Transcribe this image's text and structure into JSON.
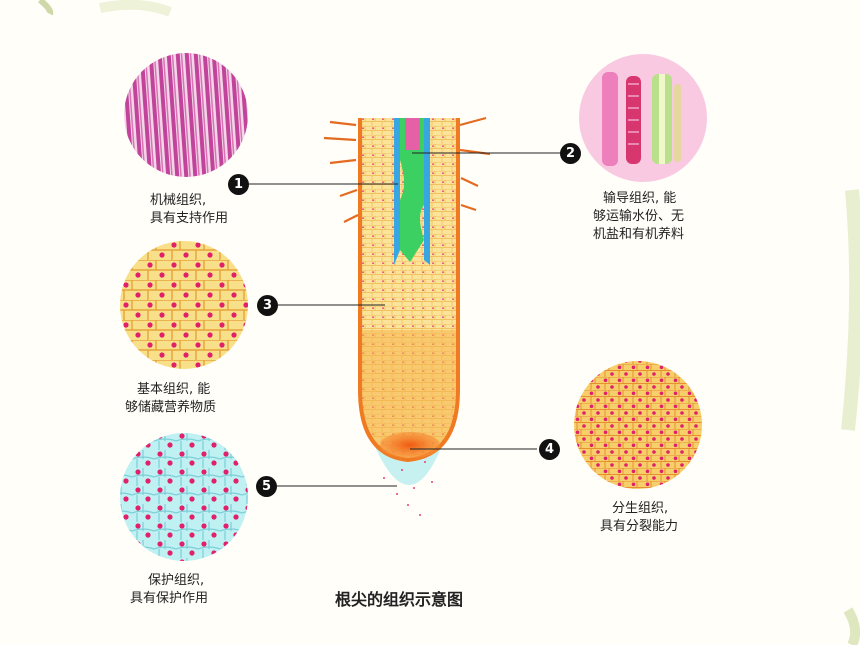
{
  "title": "根尖的组织示意图",
  "tissues": [
    {
      "marker": "1",
      "line1": "机械组织,",
      "line2": "具有支持作用",
      "line3": ""
    },
    {
      "marker": "2",
      "line1": "输导组织, 能",
      "line2": "够运输水份、无",
      "line3": "机盐和有机养料"
    },
    {
      "marker": "3",
      "line1": "基本组织, 能",
      "line2": "够储藏营养物质",
      "line3": ""
    },
    {
      "marker": "4",
      "line1": "分生组织,",
      "line2": "具有分裂能力",
      "line3": ""
    },
    {
      "marker": "5",
      "line1": "保护组织,",
      "line2": "具有保护作用",
      "line3": ""
    }
  ],
  "colors": {
    "mechanical": "#c2449a",
    "conducting": "#e8559a",
    "ground": "#f7dd7a",
    "meristem": "#f4c65c",
    "protective": "#9fe3ea",
    "nucleus": "#e0206a",
    "root_outline": "#f08a2a",
    "root_fill": "#fbe49a"
  }
}
